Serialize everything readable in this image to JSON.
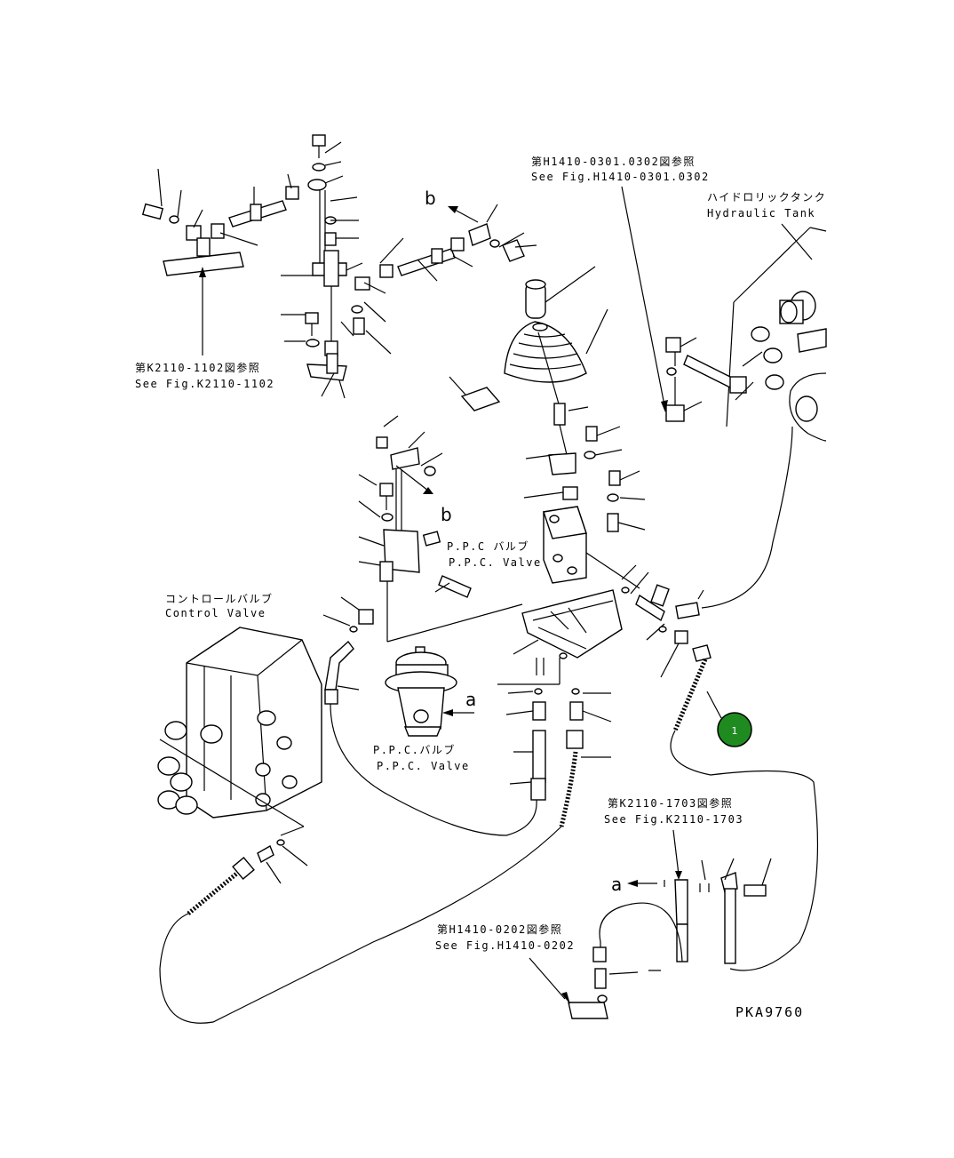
{
  "labels": {
    "ref_h1410_0301_jp": "第H1410-0301.0302図参照",
    "ref_h1410_0301_en": "See Fig.H1410-0301.0302",
    "hydraulic_tank_jp": "ハイドロリックタンク",
    "hydraulic_tank_en": "Hydraulic Tank",
    "ref_k2110_1102_jp": "第K2110-1102図参照",
    "ref_k2110_1102_en": "See Fig.K2110-1102",
    "ppc_valve_jp_1": "P.P.C バルブ",
    "ppc_valve_en_1": "P.P.C. Valve",
    "control_valve_jp": "コントロールバルブ",
    "control_valve_en": "Control Valve",
    "ppc_valve_jp_2": "P.P.C.バルブ",
    "ppc_valve_en_2": "P.P.C. Valve",
    "ref_k2110_1703_jp": "第K2110-1703図参照",
    "ref_k2110_1703_en": "See Fig.K2110-1703",
    "ref_h1410_0202_jp": "第H1410-0202図参照",
    "ref_h1410_0202_en": "See Fig.H1410-0202",
    "drawing_code": "PKA9760",
    "callout_b_top": "b",
    "callout_b_mid": "b",
    "callout_a_valve": "a",
    "callout_a_bottom": "a"
  },
  "marker": {
    "number": "1",
    "color": "#1f8a1f"
  }
}
